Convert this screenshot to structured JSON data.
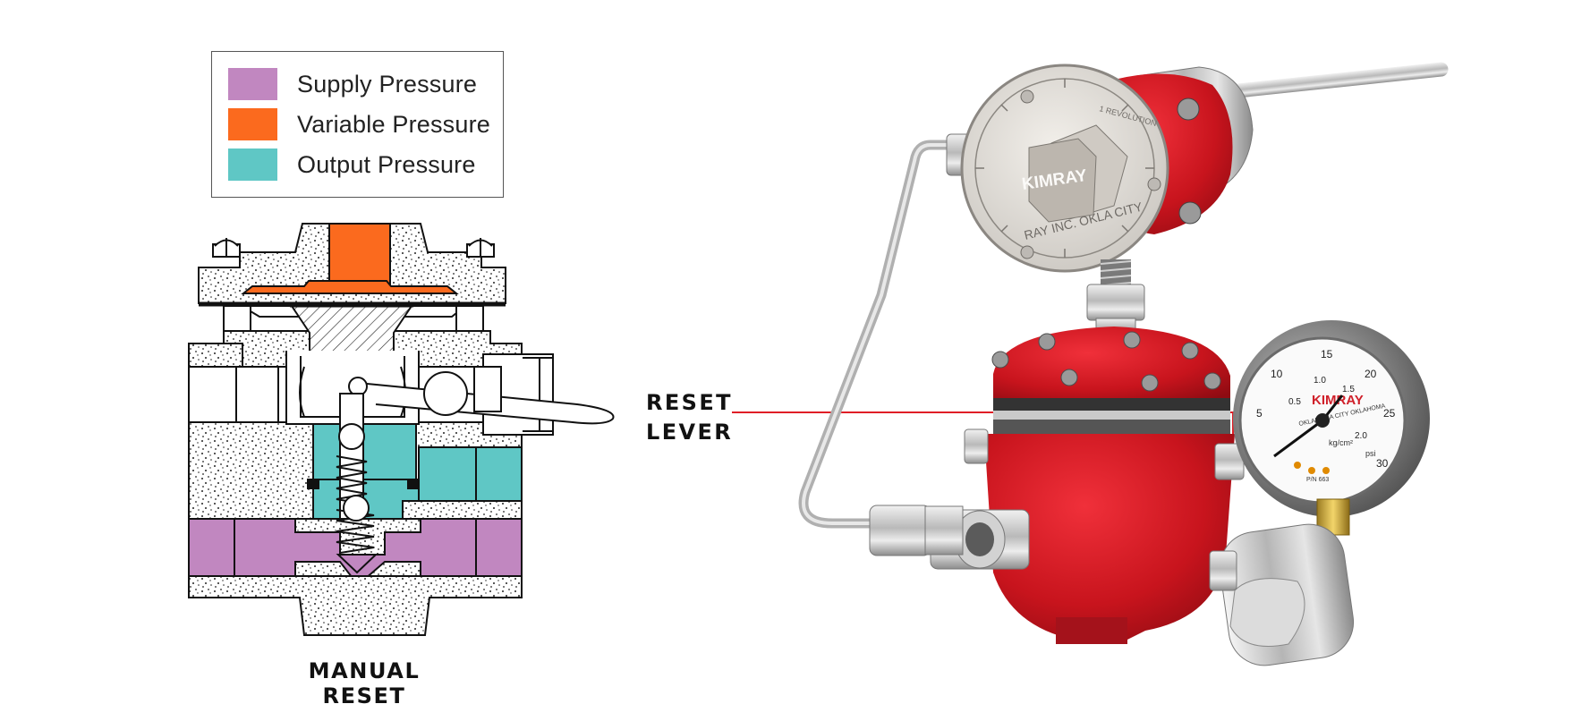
{
  "legend": {
    "items": [
      {
        "label": "Supply Pressure",
        "color": "#c187c0"
      },
      {
        "label": "Variable Pressure",
        "color": "#fb6a1e"
      },
      {
        "label": "Output Pressure",
        "color": "#5fc7c5"
      }
    ]
  },
  "diagram": {
    "caption": "MANUAL RESET",
    "callout_line1": "RESET",
    "callout_line2": "LEVER",
    "callout_color": "#e01e26"
  },
  "photo": {
    "subject": "red pressure regulator with dial, pilot, tubing and gauge",
    "dial_brand": "KIMRAY",
    "dial_text": "RAY INC. OKLA CITY",
    "dial_top_text": "1 REVOLUTION",
    "gauge_brand": "KIMRAY",
    "gauge_text": "OKLAHOMA CITY OKLAHOMA",
    "gauge_units": "kg/cm²",
    "gauge_psi": "psi",
    "gauge_ticks": [
      "5",
      "10",
      "15",
      "20",
      "25",
      "30"
    ],
    "gauge_inner_ticks": [
      "0.5",
      "1.0",
      "1.5",
      "2.0"
    ],
    "gauge_pn": "P/N 663"
  }
}
